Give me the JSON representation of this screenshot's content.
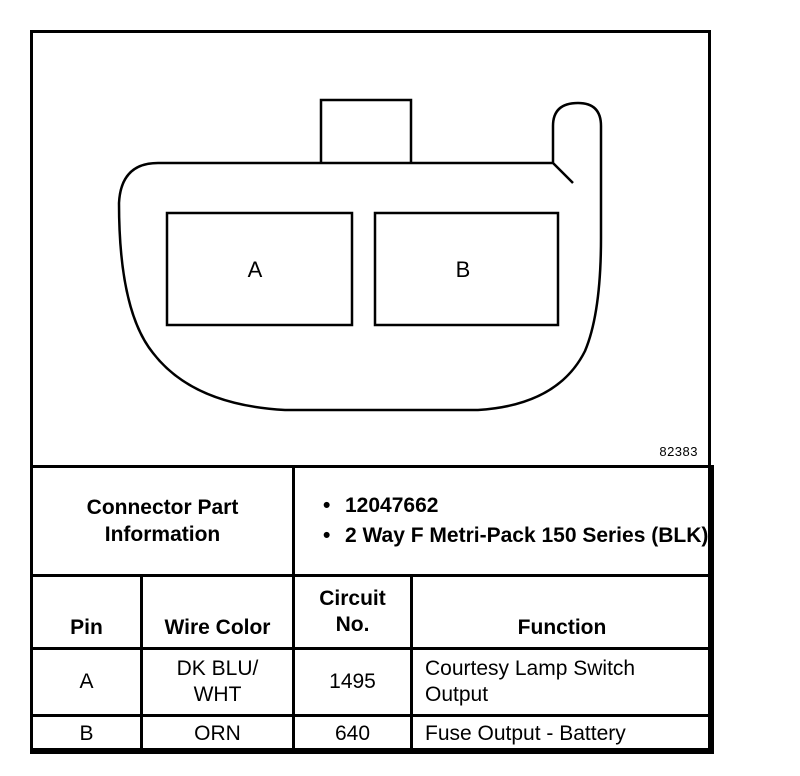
{
  "diagram": {
    "figure_number": "82383",
    "cavities": [
      {
        "label": "A"
      },
      {
        "label": "B"
      }
    ]
  },
  "connector_info": {
    "label": "Connector Part Information",
    "details": [
      "12047662",
      "2 Way F Metri-Pack 150 Series (BLK)"
    ]
  },
  "table": {
    "headers": {
      "pin": "Pin",
      "wire_color": "Wire Color",
      "circuit_no": "Circuit No.",
      "function": "Function"
    },
    "rows": [
      {
        "pin": "A",
        "wire_color": "DK BLU/ WHT",
        "circuit_no": "1495",
        "function": "Courtesy Lamp Switch Output"
      },
      {
        "pin": "B",
        "wire_color": "ORN",
        "circuit_no": "640",
        "function": "Fuse Output - Battery"
      }
    ]
  }
}
